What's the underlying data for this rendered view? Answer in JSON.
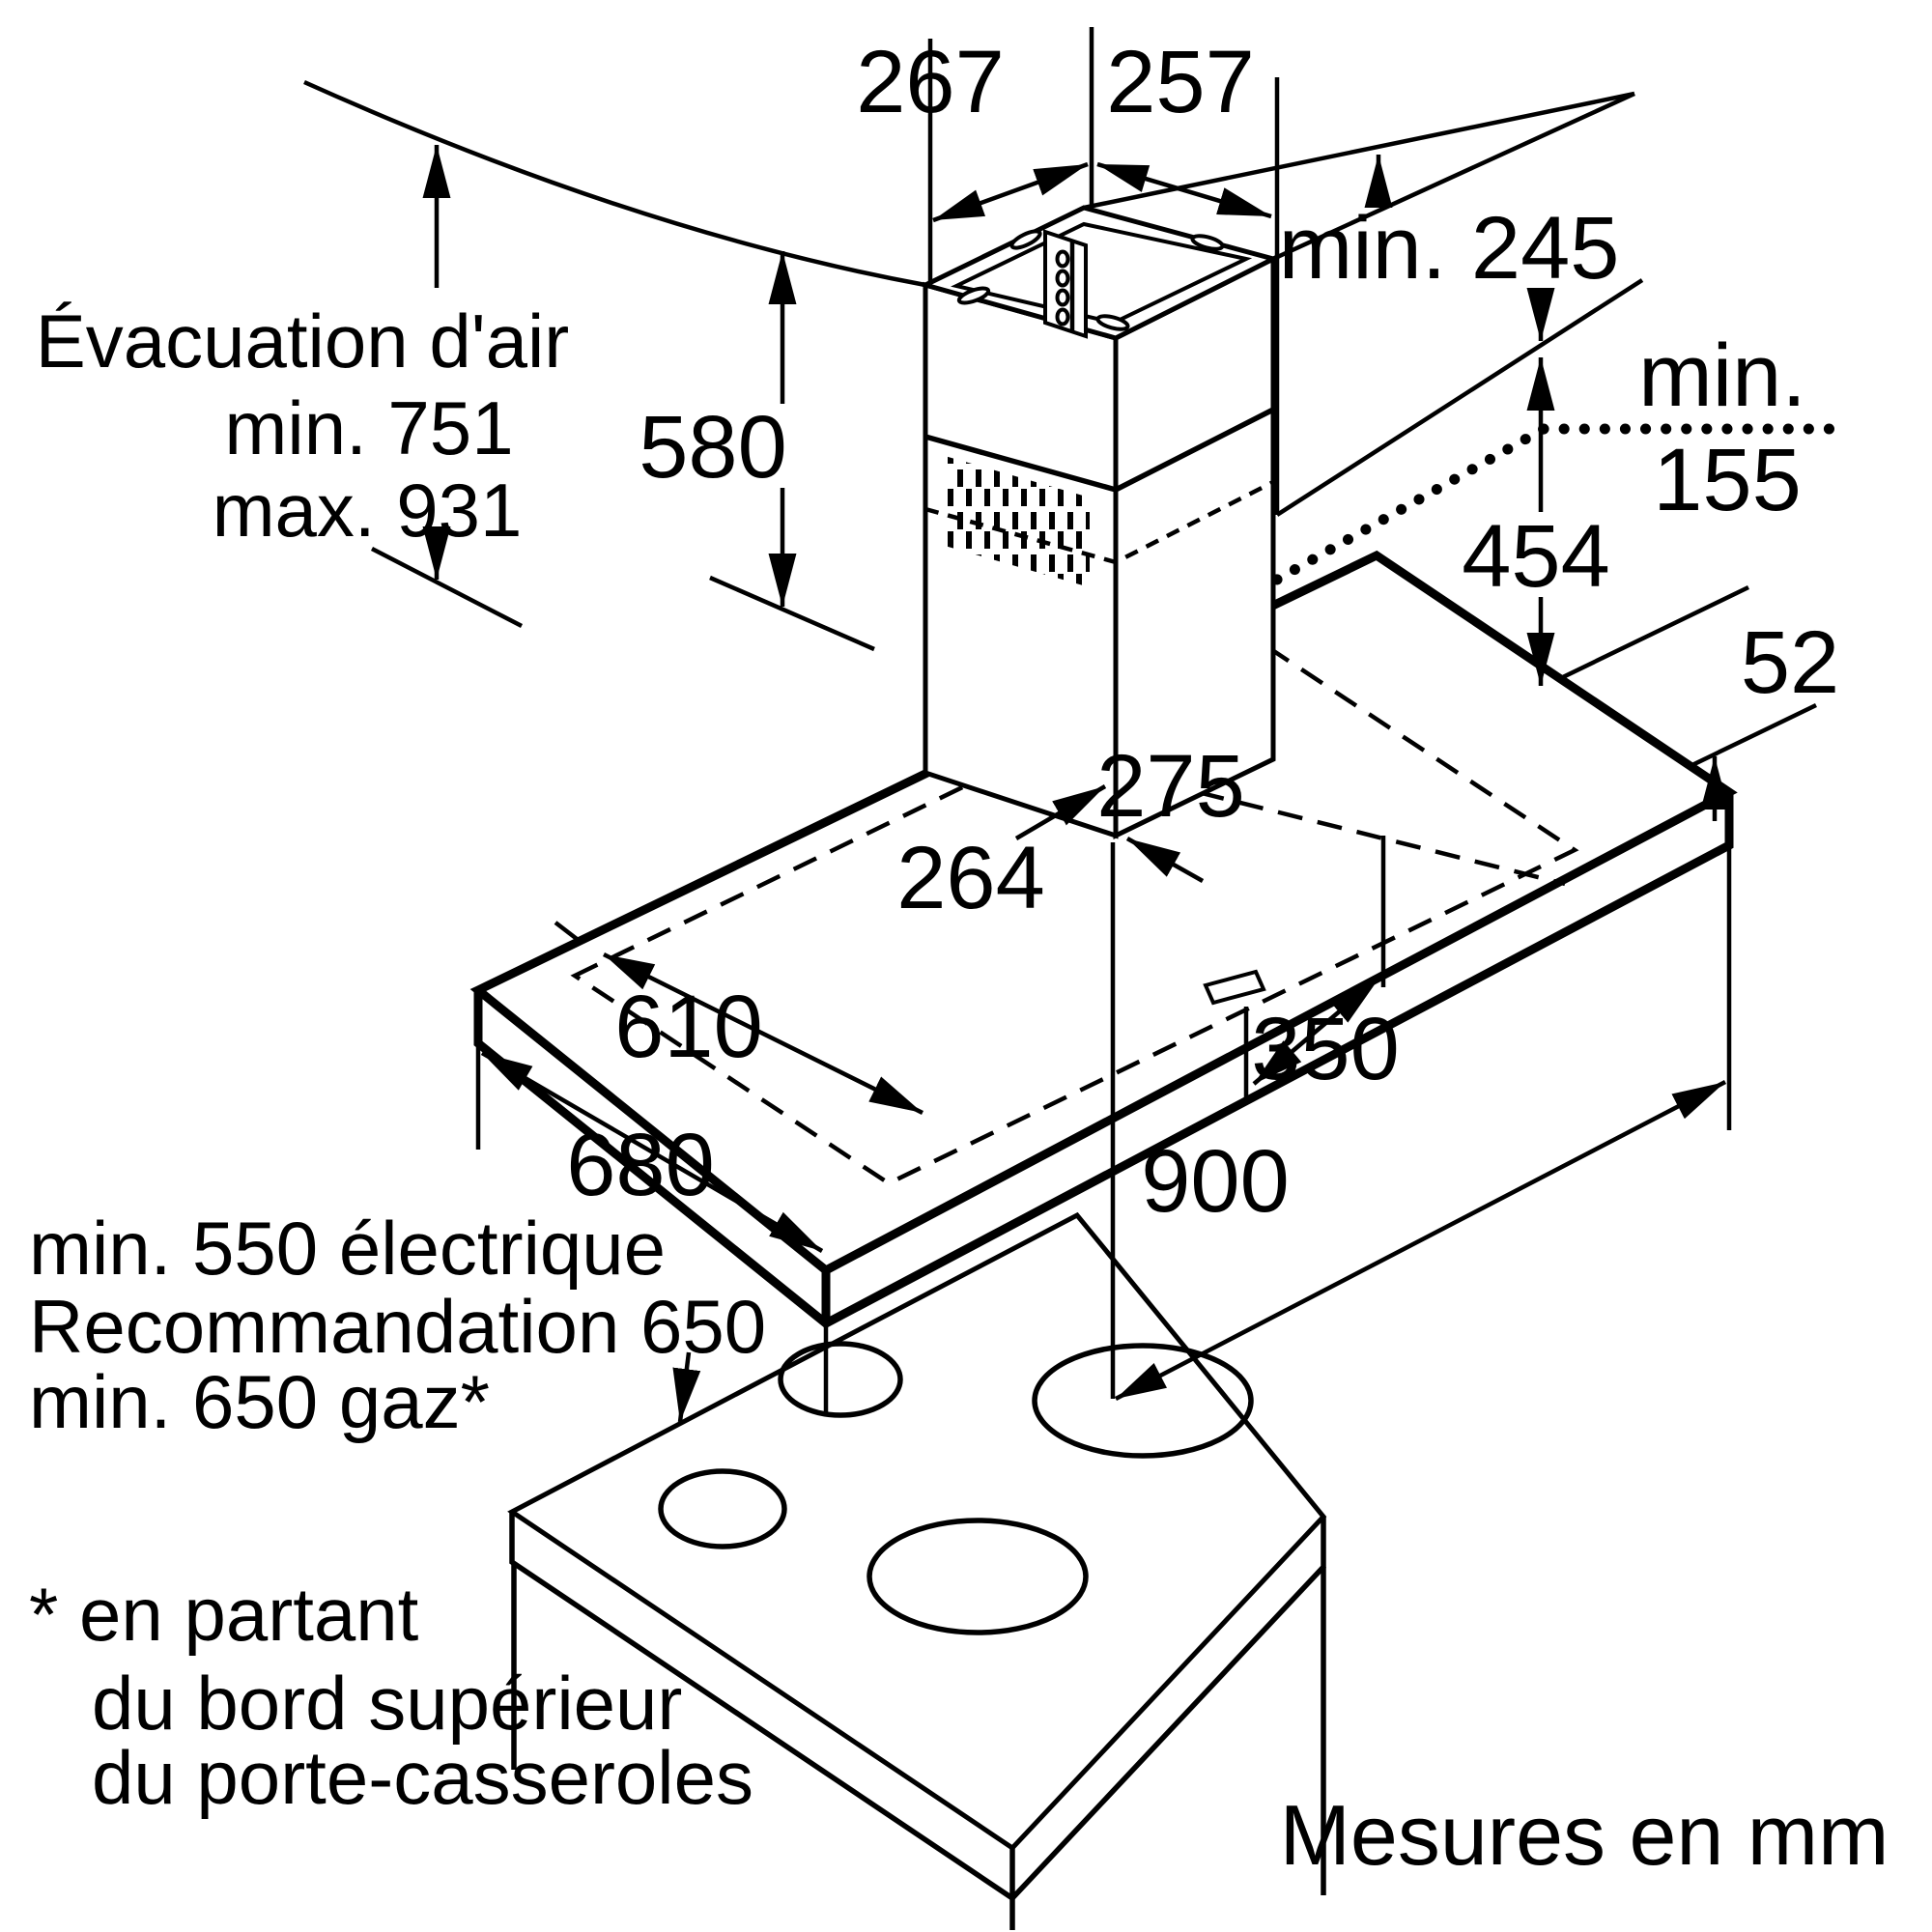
{
  "diagram": {
    "units_note": "Mesures en mm",
    "chimney": {
      "duct_top_depth": "267",
      "duct_top_width": "257",
      "upper_duct_height": "580",
      "lower_duct_height": "454",
      "lower_duct_width": "264",
      "lower_duct_depth": "275"
    },
    "ceiling": {
      "min_clearance_top": "min. 245",
      "telescope_min_word": "min.",
      "telescope_min_value": "155"
    },
    "exhaust": {
      "line1": "Évacuation d'air",
      "line2": "min. 751",
      "line3": "max. 931"
    },
    "hood": {
      "thickness": "52",
      "cutout_length": "610",
      "bracket_offset": "350",
      "length": "680",
      "width": "900"
    },
    "clearance": {
      "line1": "min. 550 électrique",
      "line2": "Recommandation 650",
      "line3": "min. 650 gaz*"
    },
    "footnote": {
      "line1": "* en partant",
      "line2": "du bord supérieur",
      "line3": "du porte-casseroles"
    }
  }
}
